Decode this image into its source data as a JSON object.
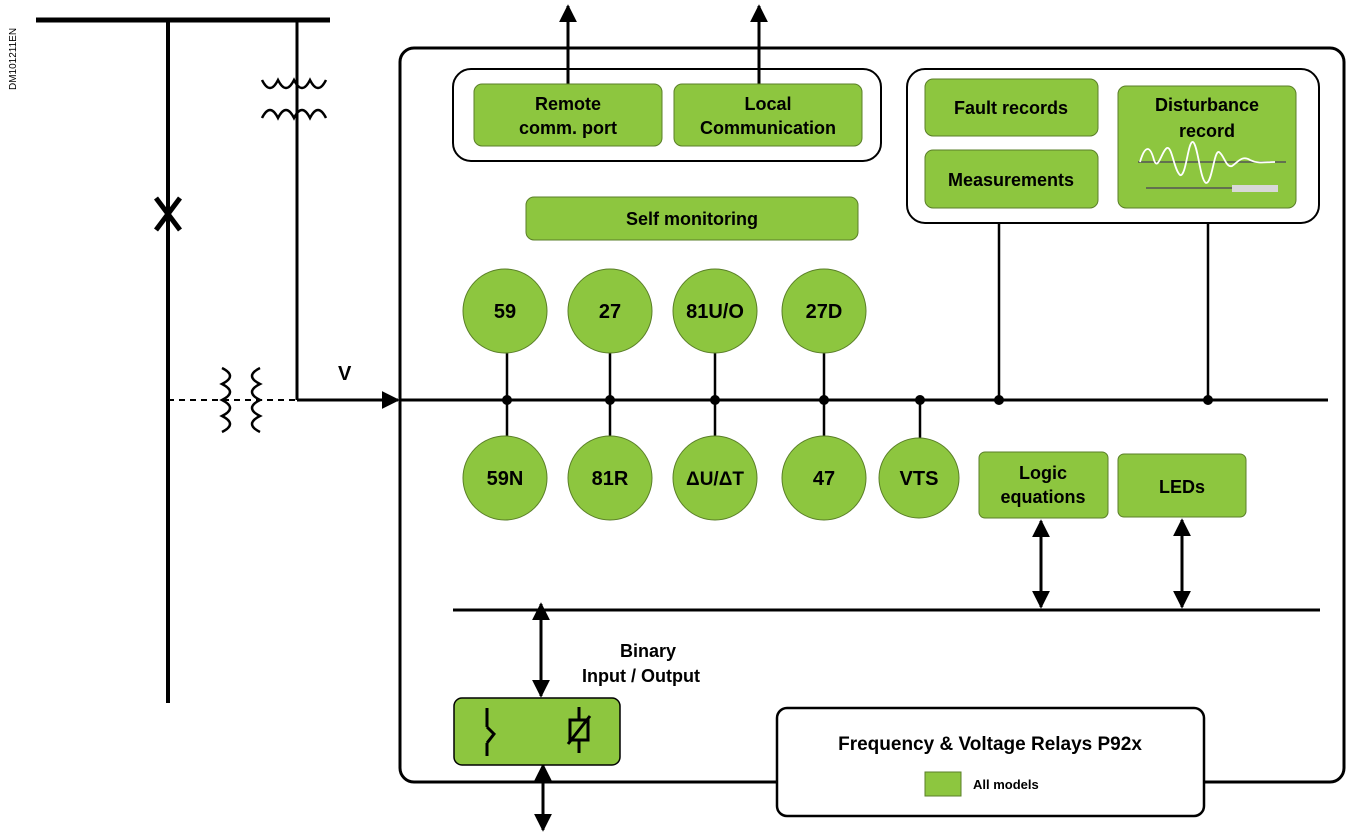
{
  "doc_code": "DM101211EN",
  "colors": {
    "accent": "#8DC63F",
    "line": "#000000"
  },
  "input_label": "V",
  "comm": {
    "remote": [
      "Remote",
      "comm. port"
    ],
    "local": [
      "Local",
      "Communication"
    ]
  },
  "self_monitoring": "Self monitoring",
  "records": {
    "fault": "Fault records",
    "measurements": "Measurements",
    "disturbance": [
      "Disturbance",
      "record"
    ]
  },
  "functions_top": [
    "59",
    "27",
    "81U/O",
    "27D"
  ],
  "functions_bottom": [
    "59N",
    "81R",
    "ΔU/ΔT",
    "47",
    "VTS"
  ],
  "logic": [
    "Logic",
    "equations"
  ],
  "leds": "LEDs",
  "binary_io": [
    "Binary",
    "Input / Output"
  ],
  "legend": {
    "title": "Frequency & Voltage Relays P92x",
    "item": "All models"
  }
}
